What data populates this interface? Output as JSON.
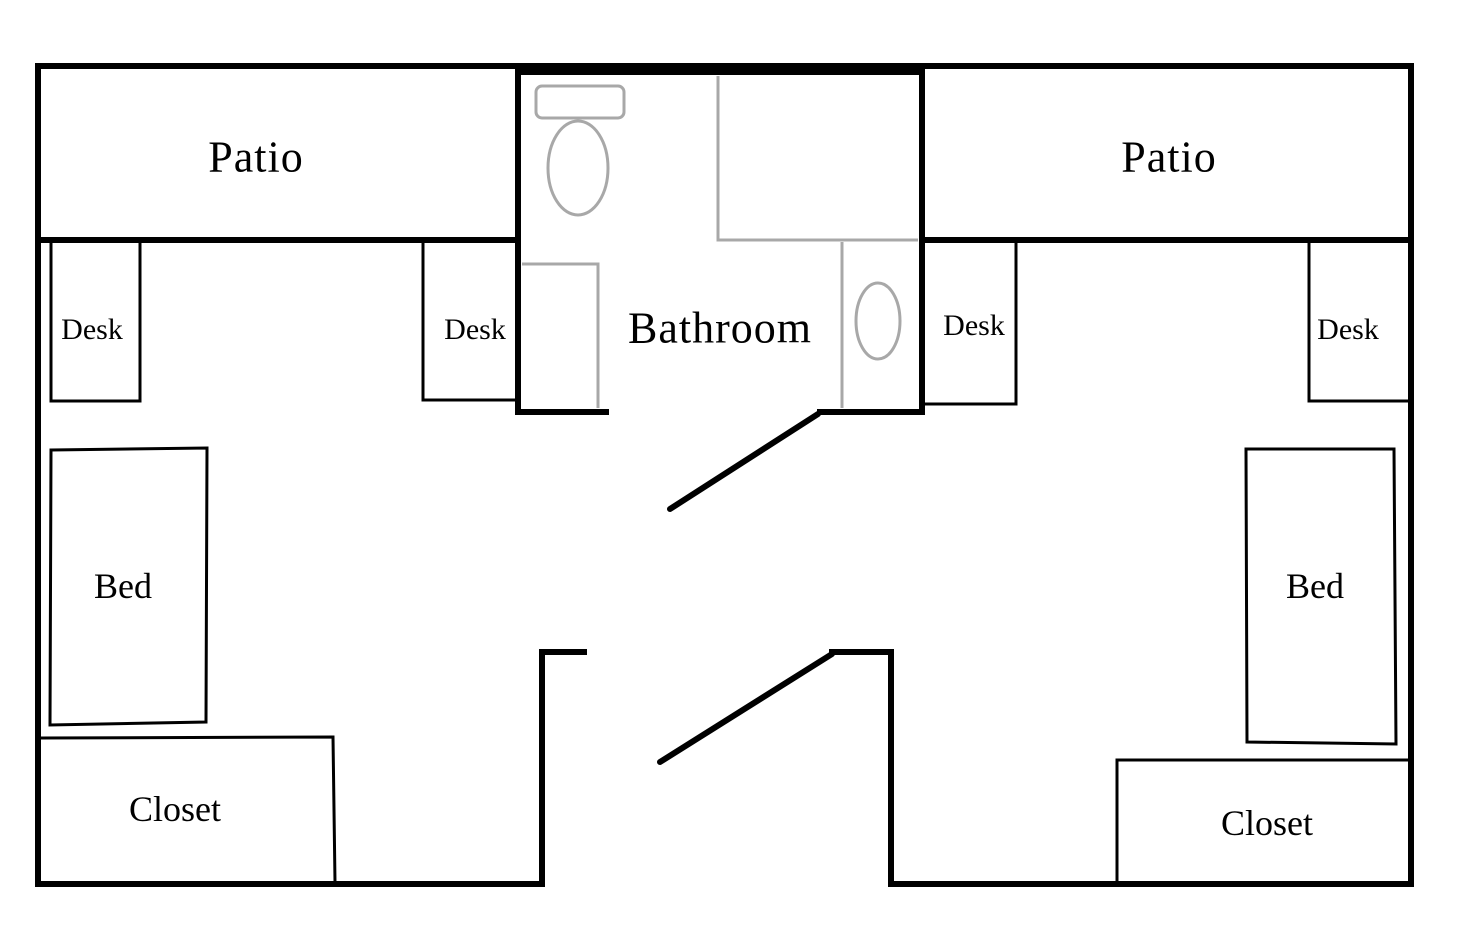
{
  "rooms": {
    "patio_left": "Patio",
    "patio_right": "Patio",
    "bathroom": "Bathroom",
    "desk_1": "Desk",
    "desk_2": "Desk",
    "desk_3": "Desk",
    "desk_4": "Desk",
    "bed_left": "Bed",
    "bed_right": "Bed",
    "closet_left": "Closet",
    "closet_right": "Closet"
  },
  "colors": {
    "wall": "#000000",
    "fixture": "#a8a8a8",
    "background": "#ffffff"
  }
}
